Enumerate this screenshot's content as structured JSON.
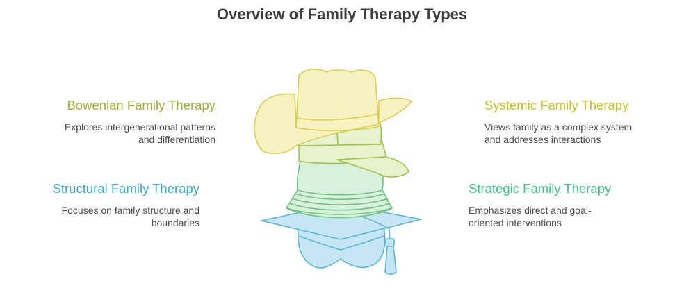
{
  "title": "Overview of Family Therapy Types",
  "colors": {
    "bowenian": "#9fb03a",
    "systemic": "#c5c226",
    "structural": "#3aa9c6",
    "strategic": "#3fbf86",
    "cowboy_fill": "#f7f2bf",
    "cowboy_stroke": "#d8cd55",
    "bucket_fill": "#e8f2cc",
    "bucket_stroke": "#9fc24a",
    "fishing_fill": "#d9f0dc",
    "fishing_stroke": "#6cc380",
    "grad_fill": "#c7e6f3",
    "grad_stroke": "#5ab6d9"
  },
  "items": [
    {
      "key": "bowenian",
      "title": "Bowenian Family Therapy",
      "description": "Explores intergenerational patterns and differentiation",
      "icon": "cowboy-hat-icon"
    },
    {
      "key": "systemic",
      "title": "Systemic Family Therapy",
      "description": "Views family as a complex system and addresses interactions",
      "icon": "bucket-hat-icon"
    },
    {
      "key": "structural",
      "title": "Structural Family Therapy",
      "description": "Focuses on family structure and boundaries",
      "icon": "graduation-cap-icon"
    },
    {
      "key": "strategic",
      "title": "Strategic Family Therapy",
      "description": "Emphasizes direct and goal-oriented interventions",
      "icon": "fishing-hat-icon"
    }
  ]
}
